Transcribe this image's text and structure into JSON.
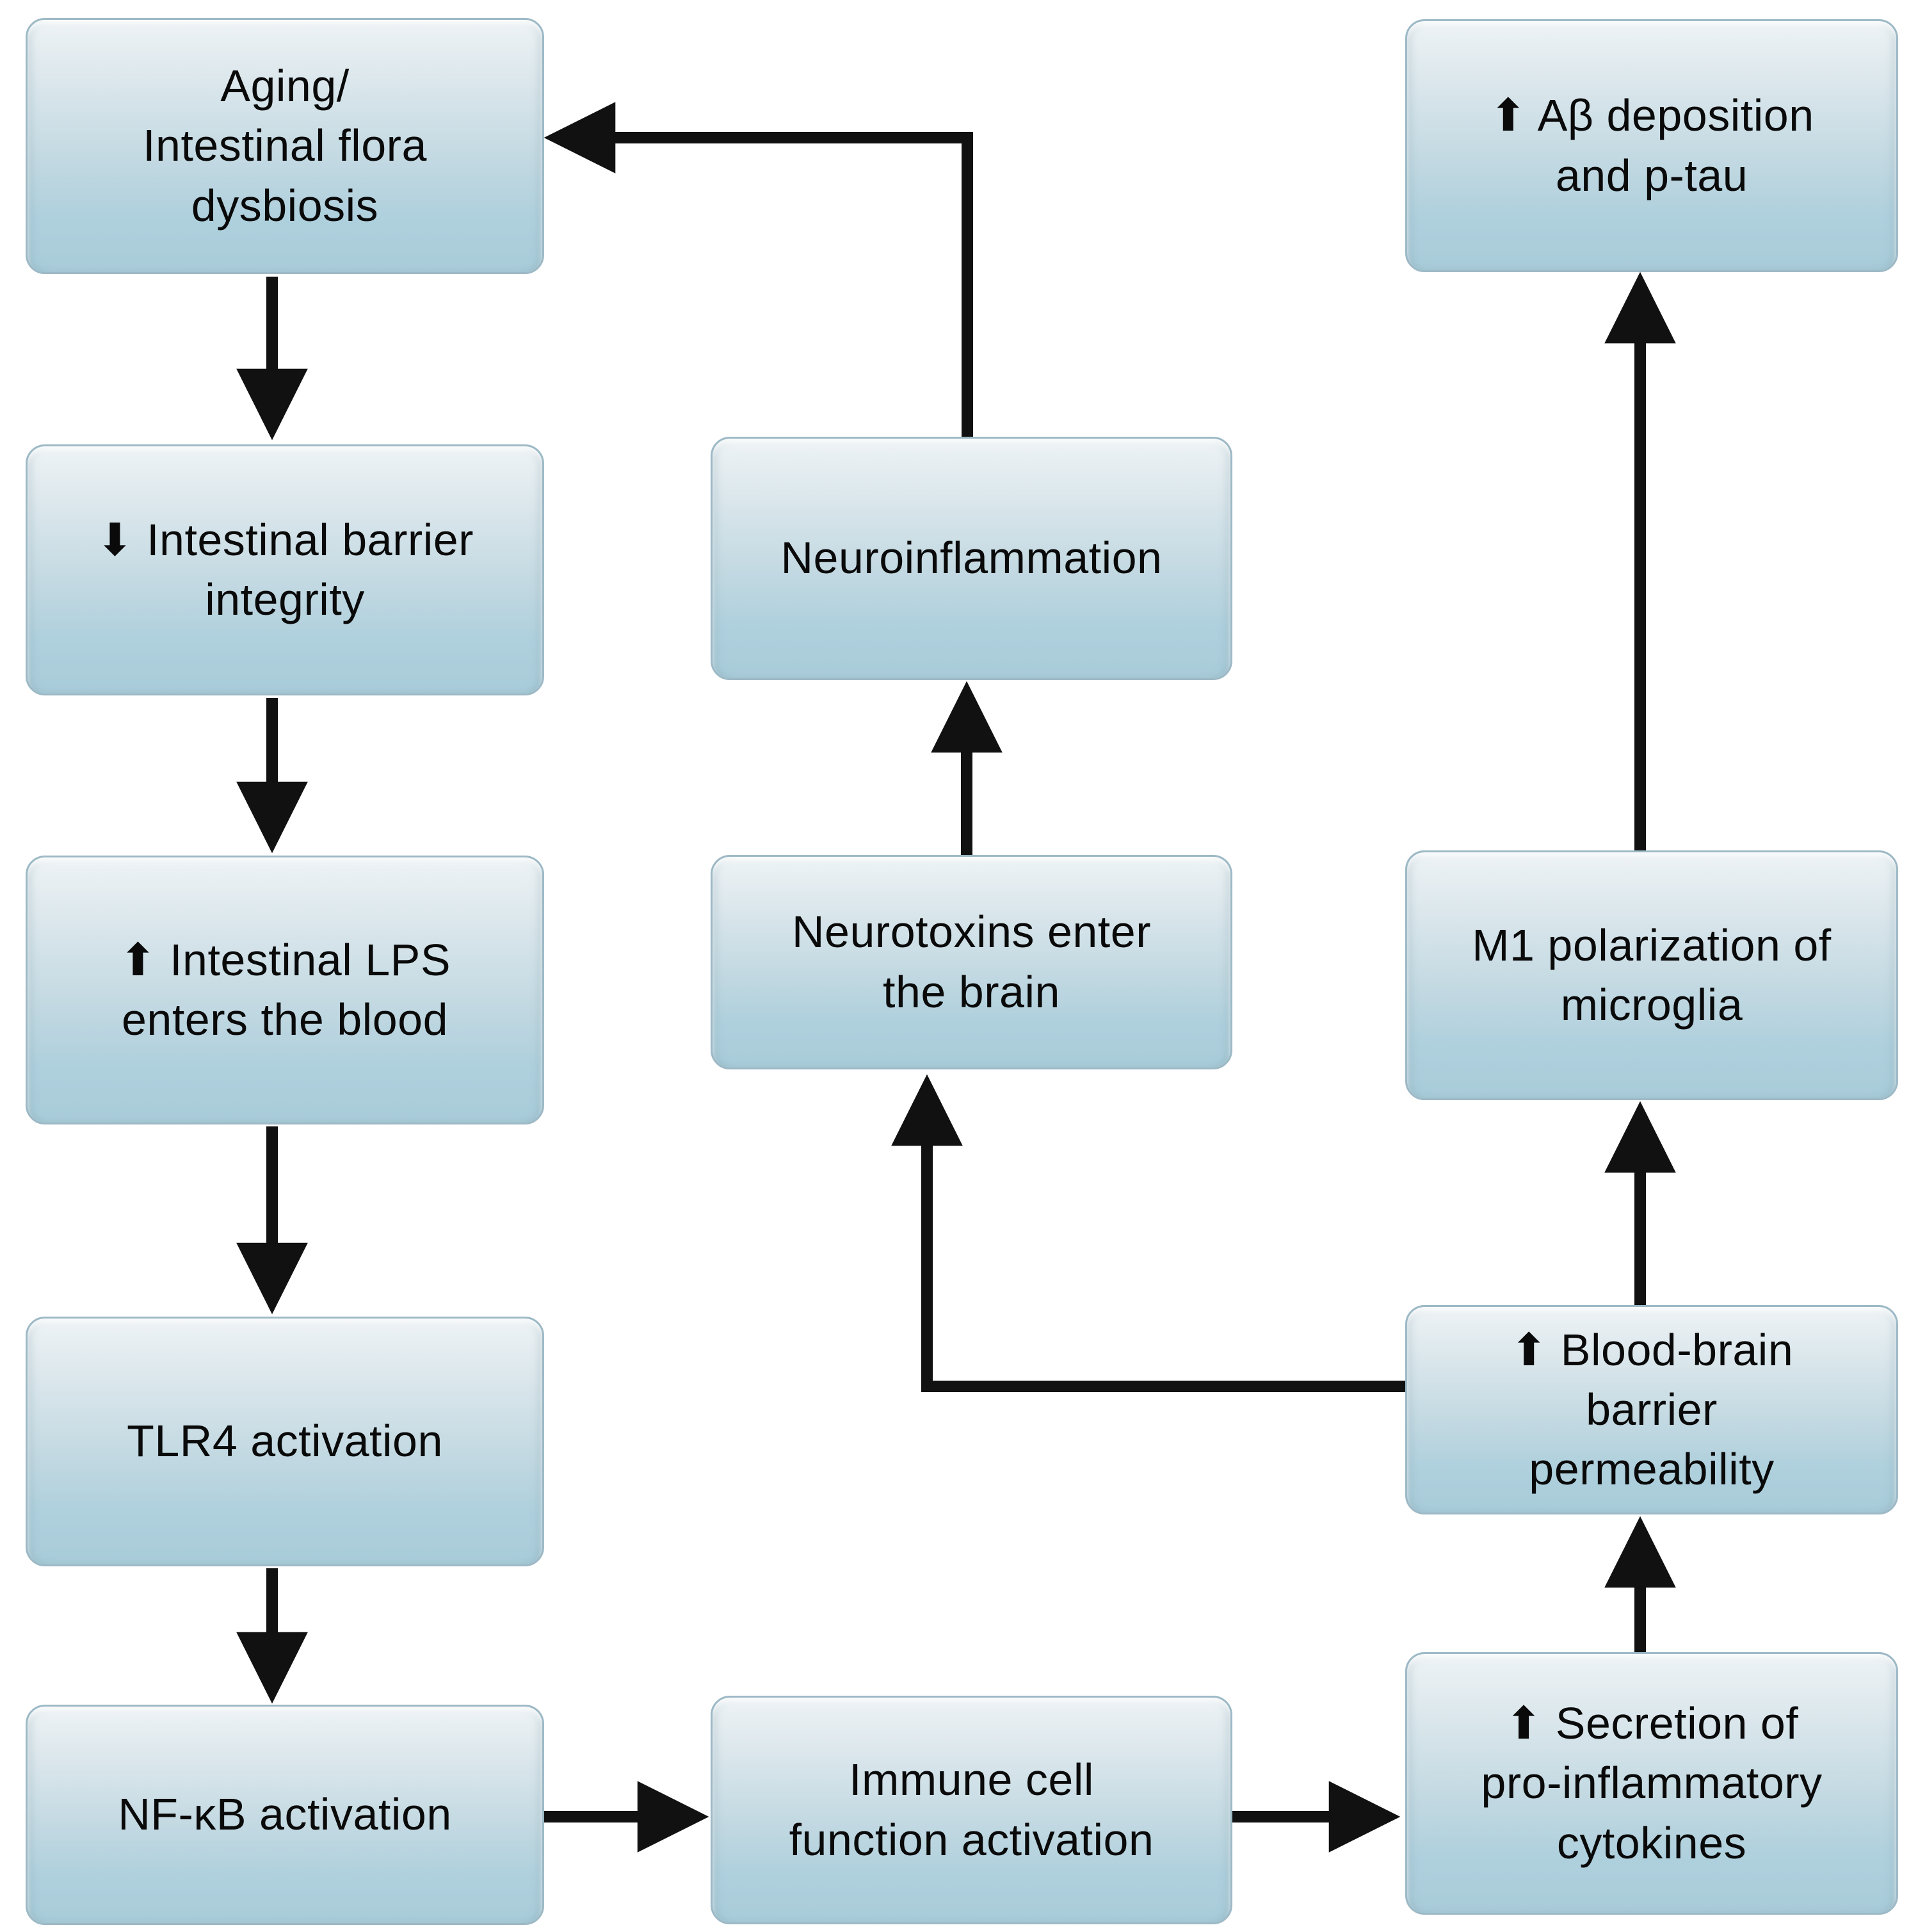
{
  "diagram": {
    "background_color": "#ffffff",
    "connector_color": "#111111",
    "box_style": {
      "fill_top": "#eef3f5",
      "fill_bottom": "#a9ccd9",
      "border_color": "#9db9c6",
      "text_color": "#0a0a0a"
    },
    "nodes": [
      {
        "id": "aging",
        "label": "Aging/\nIntestinal flora\ndysbiosis"
      },
      {
        "id": "barrier",
        "label": "⬇ Intestinal barrier\nintegrity"
      },
      {
        "id": "lps",
        "label": "⬆ Intestinal LPS\nenters the blood"
      },
      {
        "id": "tlr4",
        "label": "TLR4 activation"
      },
      {
        "id": "nfkb",
        "label": "NF-κB activation"
      },
      {
        "id": "neuroinflammation",
        "label": "Neuroinflammation"
      },
      {
        "id": "neurotoxins",
        "label": "Neurotoxins enter\nthe brain"
      },
      {
        "id": "immune",
        "label": "Immune cell\nfunction activation"
      },
      {
        "id": "abeta",
        "label": "⬆ Aβ deposition\nand p-tau"
      },
      {
        "id": "m1",
        "label": "M1 polarization of\nmicroglia"
      },
      {
        "id": "bbb",
        "label": "⬆ Blood-brain\nbarrier\npermeability"
      },
      {
        "id": "secretion",
        "label": "⬆ Secretion of\npro-inflammatory\ncytokines"
      }
    ],
    "edges": [
      {
        "from": "aging",
        "to": "barrier"
      },
      {
        "from": "barrier",
        "to": "lps"
      },
      {
        "from": "lps",
        "to": "tlr4"
      },
      {
        "from": "tlr4",
        "to": "nfkb"
      },
      {
        "from": "nfkb",
        "to": "immune"
      },
      {
        "from": "immune",
        "to": "secretion"
      },
      {
        "from": "secretion",
        "to": "bbb"
      },
      {
        "from": "bbb",
        "to": "m1"
      },
      {
        "from": "m1",
        "to": "abeta"
      },
      {
        "from": "bbb",
        "to": "neurotoxins"
      },
      {
        "from": "neurotoxins",
        "to": "neuroinflammation"
      },
      {
        "from": "neuroinflammation",
        "to": "aging"
      }
    ]
  }
}
